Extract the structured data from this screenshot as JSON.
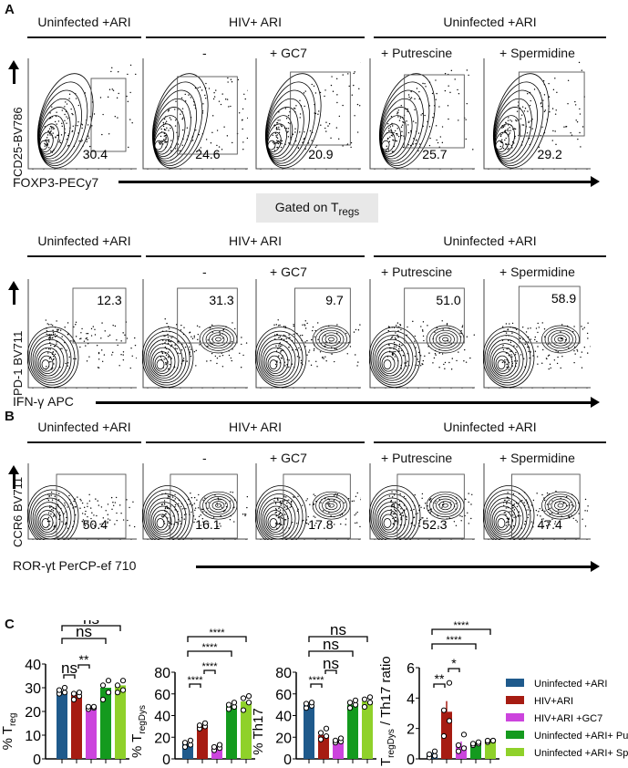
{
  "panel_labels": {
    "a": "A",
    "b": "B",
    "c": "C"
  },
  "groups": {
    "uninf": "Uninfected +ARI",
    "hiv": "HIV+ ARI",
    "uninf2": "Uninfected +ARI"
  },
  "conditions": [
    "-",
    "-",
    "+ GC7",
    "+ Putrescine",
    "+ Spermidine"
  ],
  "rowA1": {
    "ylabel": "CD25-BV786",
    "xlabel": "FOXP3-PECy7",
    "values": [
      "30.4",
      "24.6",
      "20.9",
      "25.7",
      "29.2"
    ]
  },
  "gated_on": {
    "text": "Gated on T",
    "sub": "regs"
  },
  "rowA2": {
    "ylabel": "PD-1 BV711",
    "xlabel": "IFN-γ APC",
    "values": [
      "12.3",
      "31.3",
      "9.7",
      "51.0",
      "58.9"
    ]
  },
  "rowB": {
    "ylabel": "CCR6  BV711",
    "xlabel": "ROR-γt  PerCP-ef 710",
    "values": [
      "50.4",
      "16.1",
      "17.8",
      "52.3",
      "47.4"
    ]
  },
  "colors": [
    "#1f5a8c",
    "#a61c12",
    "#cc44dd",
    "#149a1e",
    "#8fd12a"
  ],
  "legend": [
    "Uninfected +ARI",
    "HIV+ARI",
    "HIV+ARI +GC7",
    "Uninfected +ARI+ Put.",
    "Uninfected +ARI+ Spd"
  ],
  "chart_data": [
    {
      "type": "bar",
      "ylabel": "% T",
      "ylabel_sub": "reg",
      "ylim": [
        0,
        40
      ],
      "ticks": [
        "0",
        "10",
        "20",
        "30",
        "40"
      ],
      "values": [
        28.5,
        27,
        21.5,
        30,
        31
      ],
      "points": [
        [
          27.5,
          28,
          29,
          30
        ],
        [
          25,
          26.5,
          27.5,
          28
        ],
        [
          21,
          21.5,
          22,
          22
        ],
        [
          25,
          28,
          31,
          33
        ],
        [
          28,
          29,
          31,
          33
        ]
      ],
      "sig": [
        {
          "a": 0,
          "b": 1,
          "label": "ns"
        },
        {
          "a": 1,
          "b": 2,
          "label": "**"
        },
        {
          "a": 0,
          "b": 3,
          "label": "ns"
        },
        {
          "a": 0,
          "b": 4,
          "label": "ns"
        }
      ]
    },
    {
      "type": "bar",
      "ylabel": "% T",
      "ylabel_sub": "regDys",
      "ylim": [
        0,
        80
      ],
      "ticks": [
        "0",
        "20",
        "40",
        "60",
        "80"
      ],
      "values": [
        14,
        31,
        10,
        49,
        53
      ],
      "points": [
        [
          11,
          13,
          15,
          17
        ],
        [
          28,
          30,
          31,
          33
        ],
        [
          8,
          10,
          11,
          13
        ],
        [
          46,
          48,
          50,
          52
        ],
        [
          45,
          52,
          56,
          58
        ]
      ],
      "sig": [
        {
          "a": 0,
          "b": 1,
          "label": "****"
        },
        {
          "a": 1,
          "b": 2,
          "label": "****"
        },
        {
          "a": 0,
          "b": 3,
          "label": "****"
        },
        {
          "a": 0,
          "b": 4,
          "label": "****"
        }
      ]
    },
    {
      "type": "bar",
      "ylabel": "% Th17",
      "ylim": [
        0,
        80
      ],
      "ticks": [
        "0",
        "20",
        "40",
        "60",
        "80"
      ],
      "values": [
        50,
        22,
        17,
        50,
        53
      ],
      "points": [
        [
          47,
          49,
          51,
          52
        ],
        [
          18,
          21,
          24,
          28
        ],
        [
          15,
          16,
          17,
          19
        ],
        [
          47,
          50,
          52,
          54
        ],
        [
          48,
          52,
          55,
          57
        ]
      ],
      "sig": [
        {
          "a": 0,
          "b": 1,
          "label": "****"
        },
        {
          "a": 1,
          "b": 2,
          "label": "ns"
        },
        {
          "a": 0,
          "b": 3,
          "label": "ns"
        },
        {
          "a": 0,
          "b": 4,
          "label": "ns"
        }
      ]
    },
    {
      "type": "bar",
      "ylabel": "T",
      "ylabel_sub": "regDys",
      "ylabel_rest": " / Th17 ratio",
      "ylim": [
        0,
        6
      ],
      "ticks": [
        "0",
        "2",
        "4",
        "6"
      ],
      "values": [
        0.3,
        3.1,
        0.85,
        1.0,
        1.15
      ],
      "errors": [
        0.1,
        0.7,
        0.3,
        0.1,
        0.05
      ],
      "points": [
        [
          0.1,
          0.2,
          0.3,
          0.5
        ],
        [
          1.5,
          2.5,
          3.2,
          5.0
        ],
        [
          0.5,
          0.7,
          0.9,
          1.6
        ],
        [
          0.9,
          1.0,
          1.0,
          1.1
        ],
        [
          1.1,
          1.2,
          1.2,
          1.2
        ]
      ],
      "sig": [
        {
          "a": 0,
          "b": 1,
          "label": "**"
        },
        {
          "a": 1,
          "b": 2,
          "label": "*"
        },
        {
          "a": 0,
          "b": 3,
          "label": "****"
        },
        {
          "a": 0,
          "b": 4,
          "label": "****"
        }
      ]
    }
  ]
}
